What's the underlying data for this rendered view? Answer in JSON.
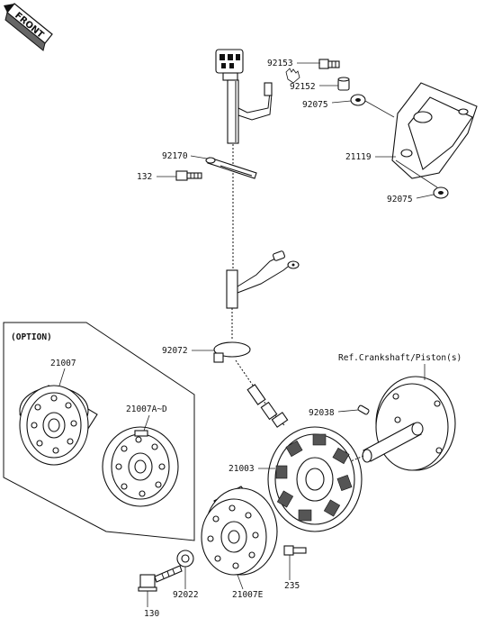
{
  "diagram": {
    "front_label": "FRONT",
    "option_label": "(OPTION)",
    "ref_label": "Ref.Crankshaft/Piston(s)",
    "callouts": [
      {
        "id": "92153",
        "text": "92153"
      },
      {
        "id": "92152",
        "text": "92152"
      },
      {
        "id": "92075a",
        "text": "92075"
      },
      {
        "id": "21119",
        "text": "21119"
      },
      {
        "id": "92075b",
        "text": "92075"
      },
      {
        "id": "92170",
        "text": "92170"
      },
      {
        "id": "132",
        "text": "132"
      },
      {
        "id": "92072",
        "text": "92072"
      },
      {
        "id": "21007",
        "text": "21007"
      },
      {
        "id": "21007ad",
        "text": "21007A~D"
      },
      {
        "id": "92038",
        "text": "92038"
      },
      {
        "id": "21003",
        "text": "21003"
      },
      {
        "id": "92022",
        "text": "92022"
      },
      {
        "id": "21007e",
        "text": "21007E"
      },
      {
        "id": "235",
        "text": "235"
      },
      {
        "id": "130",
        "text": "130"
      }
    ]
  }
}
